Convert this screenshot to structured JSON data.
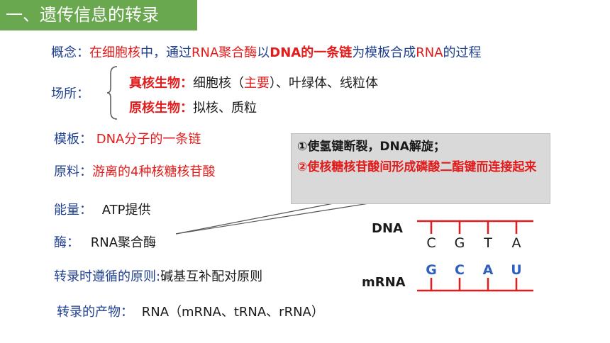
{
  "title": "一、遗传信息的转录",
  "concept": {
    "label": "概念：",
    "p1": "在细胞核",
    "p2": "中，通过",
    "p3": "RNA聚合酶",
    "p4": "以",
    "p5": "DNA的一条链",
    "p6": "为模板合成",
    "p7": "RNA",
    "p8": "的过程"
  },
  "location": {
    "label": "场所：",
    "euk_label": "真核生物：",
    "euk_a": "细胞核（",
    "euk_b": "主要",
    "euk_c": "）、叶绿体、线粒体",
    "pro_label": "原核生物：",
    "pro_value": "拟核、质粒"
  },
  "template": {
    "label": "模板：",
    "value": "DNA分子的一条链"
  },
  "material": {
    "label": "原料：",
    "value": "游离的4种核糖核苷酸"
  },
  "energy": {
    "label": "能量：",
    "value": "ATP提供"
  },
  "enzyme": {
    "label": "酶：",
    "value": "RNA聚合酶"
  },
  "principle": {
    "label": "转录时遵循的原则:",
    "value": "碱基互补配对原则"
  },
  "product": {
    "label": "转录的产物：",
    "value": "RNA（mRNA、tRNA、rRNA）"
  },
  "callout": {
    "line1": "①使氢键断裂，DNA解旋；",
    "line2": "②使核糖核苷酸间形成磷酸二酯键而连接起来"
  },
  "diagram": {
    "dna_label": "DNA",
    "mrna_label": "mRNA",
    "dna_bases": [
      "C",
      "G",
      "T",
      "A"
    ],
    "mrna_bases": [
      "G",
      "C",
      "A",
      "U"
    ],
    "strand_color": "#e31b1b"
  }
}
